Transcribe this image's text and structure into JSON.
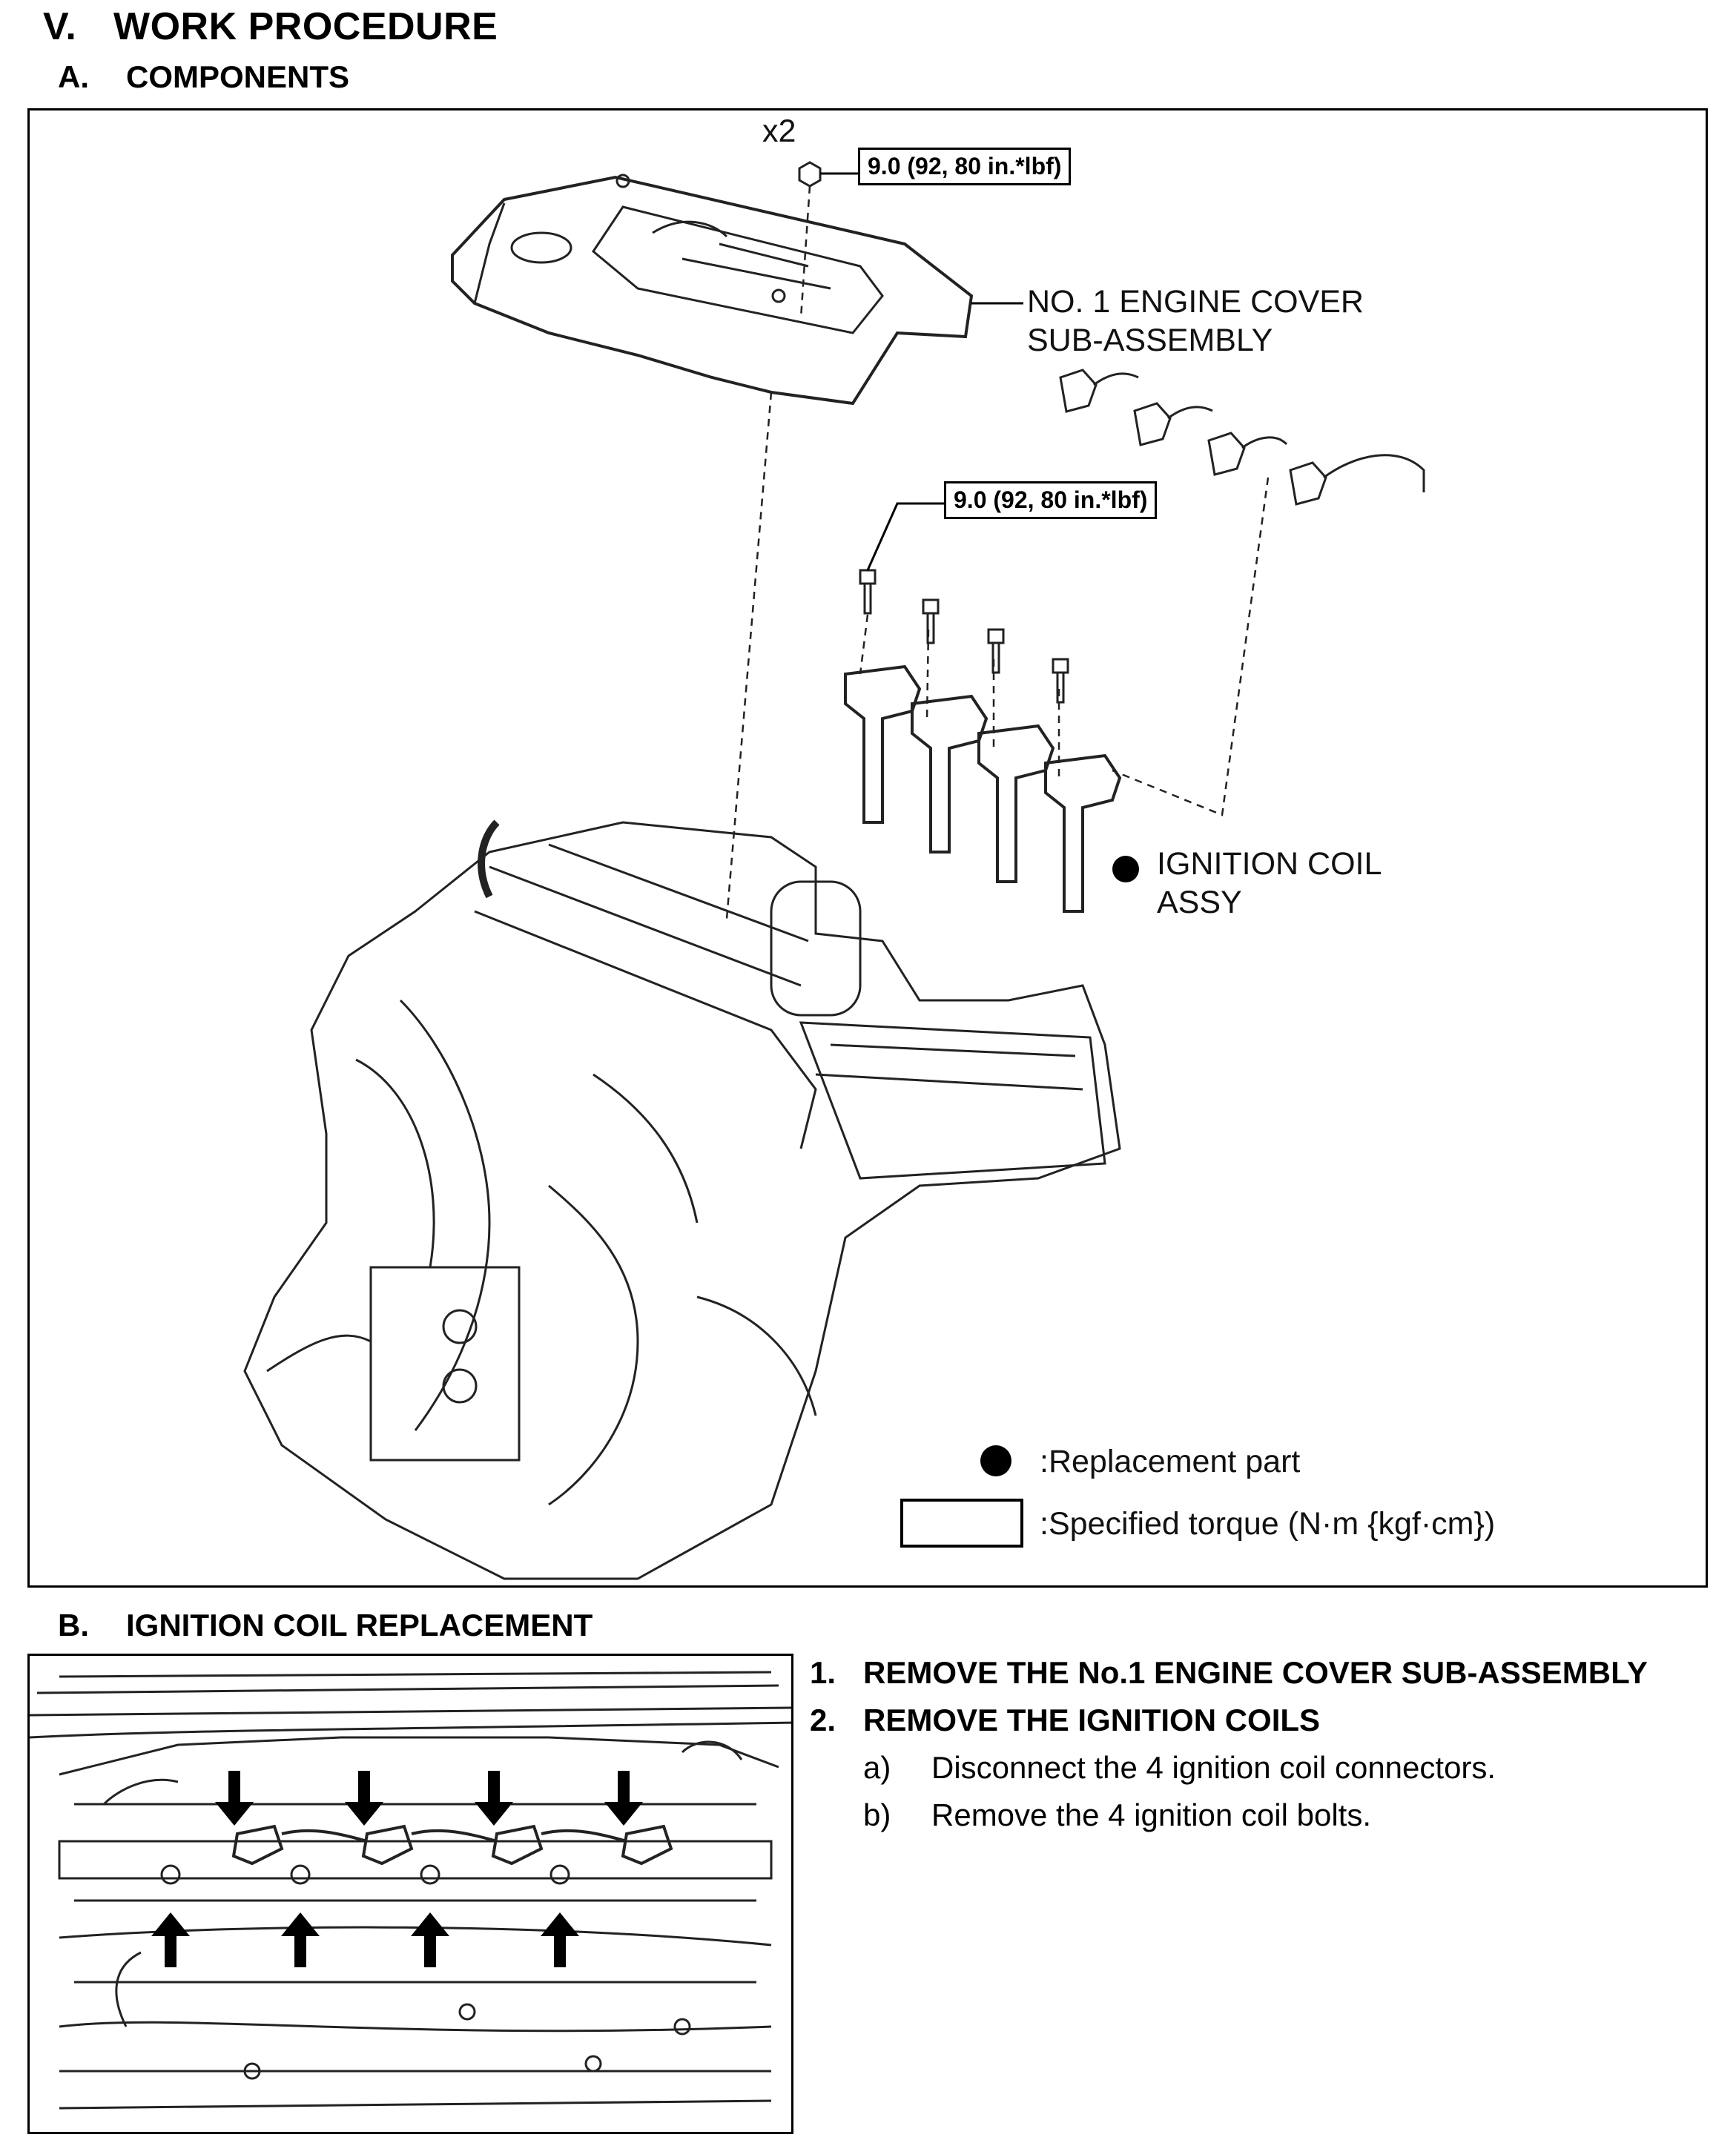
{
  "section": {
    "number": "V.",
    "title": "WORK PROCEDURE"
  },
  "components": {
    "number": "A.",
    "title": "COMPONENTS",
    "qty_label": "x2",
    "torque_1": "9.0 (92, 80 in.*lbf)",
    "torque_2": "9.0 (92, 80 in.*lbf)",
    "cover_label_line1": "NO. 1 ENGINE COVER",
    "cover_label_line2": "SUB-ASSEMBLY",
    "coil_label_line1": "IGNITION COIL",
    "coil_label_line2": "ASSY",
    "legend_replacement": ":Replacement part",
    "legend_torque": ":Specified torque (N·m {kgf·cm})"
  },
  "replacement": {
    "number": "B.",
    "title": "IGNITION COIL REPLACEMENT",
    "steps": [
      {
        "number": "1.",
        "text": "REMOVE THE No.1 ENGINE COVER SUB-ASSEMBLY"
      },
      {
        "number": "2.",
        "text": "REMOVE THE IGNITION COILS"
      }
    ],
    "substeps": [
      {
        "letter": "a)",
        "text": "Disconnect the 4 ignition coil connectors."
      },
      {
        "letter": "b)",
        "text": "Remove the 4 ignition coil bolts."
      }
    ]
  }
}
